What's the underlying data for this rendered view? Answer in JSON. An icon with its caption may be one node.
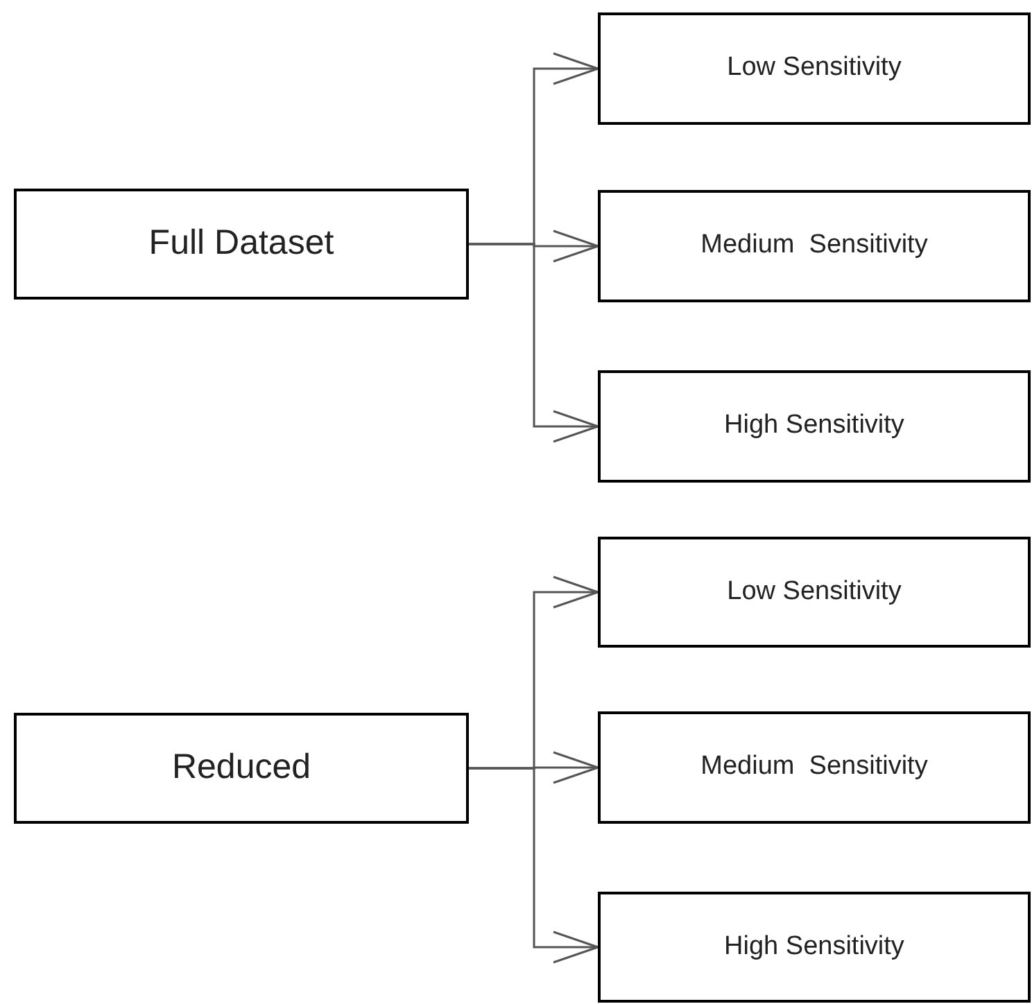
{
  "diagram": {
    "nodes": [
      {
        "text": [
          "Full Dataset"
        ]
      },
      {
        "text": [
          "Low Sensitivity"
        ]
      },
      {
        "text": [
          "Medium  Sensitivity"
        ]
      },
      {
        "text": [
          "High Sensitivity"
        ]
      },
      {
        "text": [
          "Reduced"
        ]
      },
      {
        "text": [
          "Low Sensitivity"
        ]
      },
      {
        "text": [
          "Medium  Sensitivity"
        ]
      },
      {
        "text": [
          "High Sensitivity"
        ]
      }
    ],
    "edges": [
      {
        "from": 0,
        "to": 1,
        "arrow": "to"
      },
      {
        "from": 0,
        "to": 2,
        "arrow": "to"
      },
      {
        "from": 0,
        "to": 3,
        "arrow": "to"
      },
      {
        "from": 4,
        "to": 5,
        "arrow": "to"
      },
      {
        "from": 4,
        "to": 6,
        "arrow": "to"
      },
      {
        "from": 4,
        "to": 7,
        "arrow": "to"
      }
    ]
  }
}
